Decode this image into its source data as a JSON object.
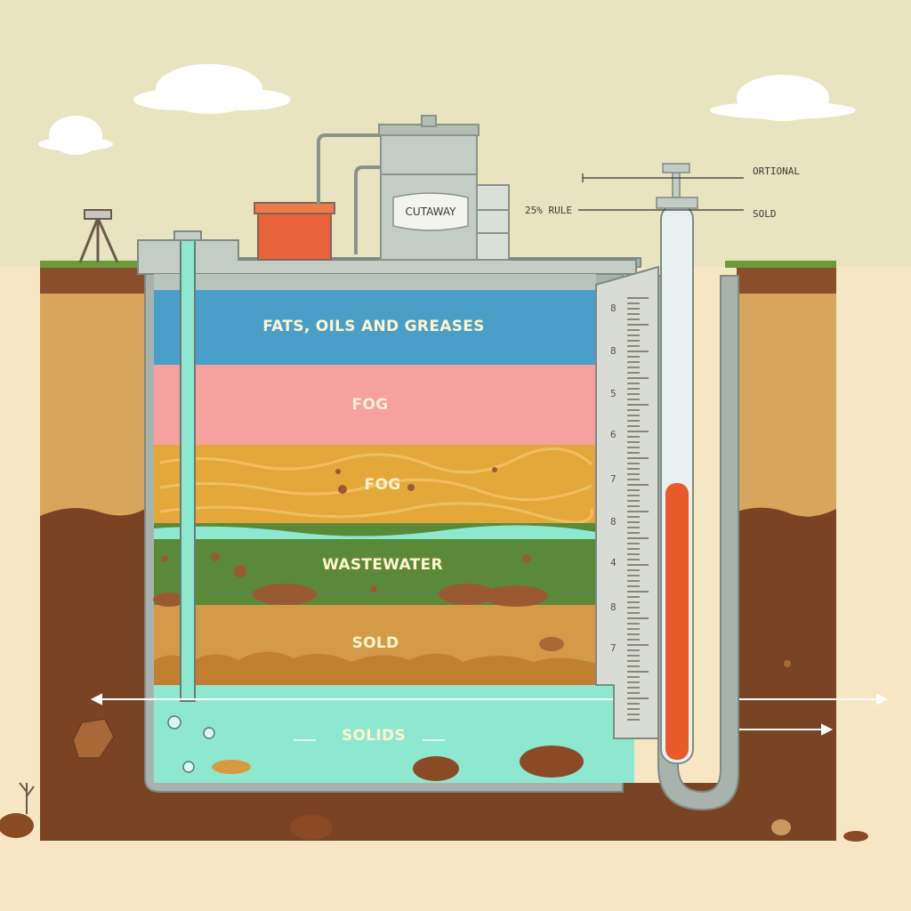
{
  "tank_labels": {
    "fats_oils_greases": "FATS, OILS AND GREASES",
    "fog_1": "FOG",
    "fog_2": "FOG",
    "wastewater": "WASTEWATER",
    "solid": "SOLD",
    "solids": "SOLIDS"
  },
  "equipment": {
    "cutaway_sign": "CUTAWAY"
  },
  "callouts": {
    "optional": "ORTIONAL",
    "rule": "25% RULE",
    "solid": "SOLD"
  },
  "gauge": {
    "tick_labels": [
      "8",
      "8",
      "5",
      "6",
      "7",
      "8",
      "4",
      "8",
      "7"
    ],
    "fill_fraction": 0.5
  },
  "colors": {
    "sky": "#e8e4c0",
    "fog_blue": "#4a9fc8",
    "fog_pink": "#f6a0a0",
    "grease_yellow": "#e4a83a",
    "wastewater_green": "#5a8a38",
    "solid_tan": "#d49a48",
    "water": "#8ee8d0",
    "gauge_fill": "#e85a2a"
  }
}
